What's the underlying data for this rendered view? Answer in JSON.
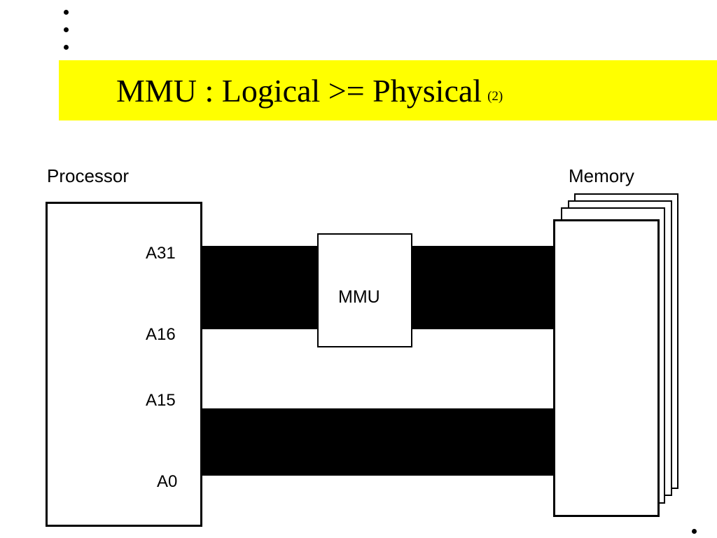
{
  "slide": {
    "title": "MMU : Logical >= Physical",
    "title_suffix": "(2)",
    "title_bar_color": "#ffff00"
  },
  "diagram": {
    "processor_label": "Processor",
    "memory_label": "Memory",
    "mmu_label": "MMU",
    "address_lines": {
      "a31": "A31",
      "a16": "A16",
      "a15": "A15",
      "a0": "A0"
    }
  }
}
